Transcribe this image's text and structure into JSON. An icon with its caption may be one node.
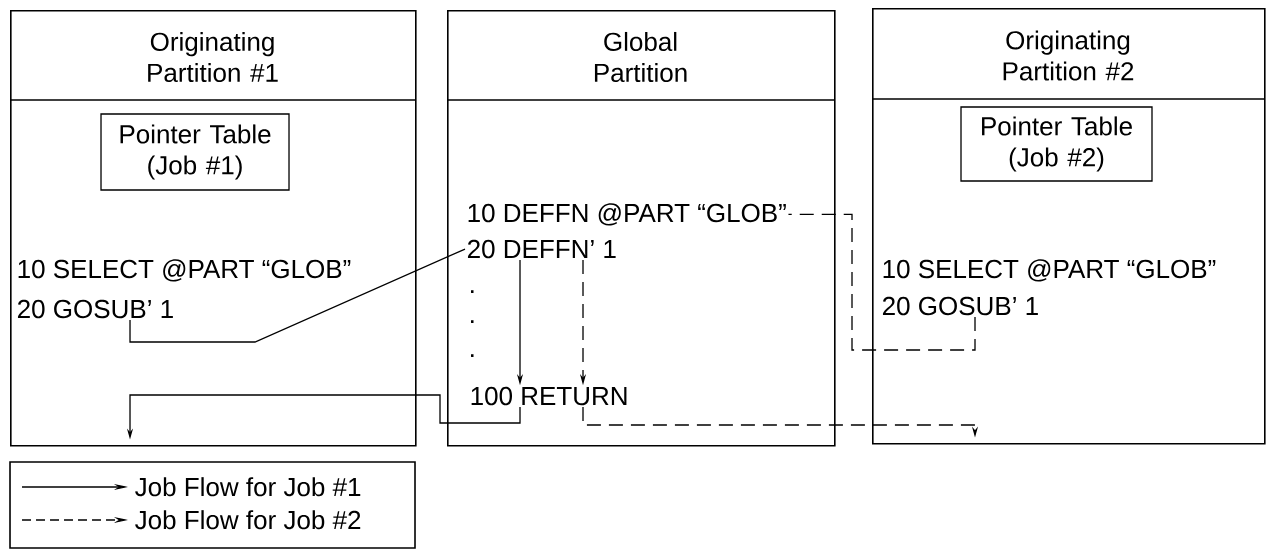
{
  "diagram": {
    "nodes": [
      {
        "text": [
          "Originating Partition #1"
        ]
      },
      {
        "text": [
          "Pointer Table (Job #1)"
        ],
        "in": 0
      },
      {
        "text": [
          "10 SELECT @PART “GLOB”"
        ],
        "in": 0
      },
      {
        "text": [
          "20 GOSUB’ 1"
        ],
        "in": 0
      },
      {
        "text": [
          "Global Partition"
        ]
      },
      {
        "text": [
          "10 DEFFN @PART “GLOB”"
        ],
        "in": 4
      },
      {
        "text": [
          "20 DEFFN’ 1"
        ],
        "in": 4
      },
      {
        "text": [
          "100 RETURN"
        ],
        "in": 4
      },
      {
        "text": [
          "Originating Partition #2"
        ]
      },
      {
        "text": [
          "Pointer Table (Job #2)"
        ],
        "in": 8
      },
      {
        "text": [
          "10 SELECT @PART “GLOB”"
        ],
        "in": 8
      },
      {
        "text": [
          "20 GOSUB’ 1"
        ],
        "in": 8
      }
    ],
    "edges": [
      {
        "from": 3,
        "to": 6,
        "arrow": "none"
      },
      {
        "from": 6,
        "to": 7,
        "arrow": "to"
      },
      {
        "from": 7,
        "to": 0,
        "arrow": "to"
      },
      {
        "from": 11,
        "to": 5,
        "arrow": "none",
        "style": "dashed"
      },
      {
        "from": 6,
        "to": 7,
        "arrow": "to",
        "style": "dashed"
      },
      {
        "from": 7,
        "to": 8,
        "arrow": "to",
        "style": "dashed"
      }
    ],
    "labels": [
      ".",
      ".",
      "."
    ],
    "legend": [
      {
        "text": "Job Flow for Job #1"
      },
      {
        "text": "Job Flow for Job #2"
      }
    ]
  }
}
